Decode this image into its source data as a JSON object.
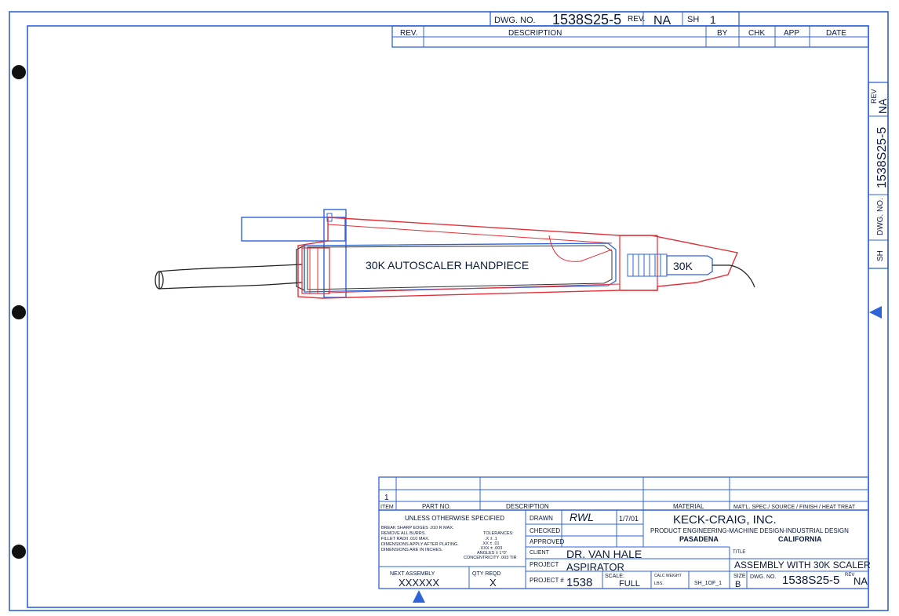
{
  "colors": {
    "border": "#2f63d8",
    "outline": "#e0303a",
    "text": "#0a1a3a",
    "hole": "#111111"
  },
  "header": {
    "dwg_label": "DWG. NO.",
    "dwg_number": "1538S25-5",
    "rev_label": "REV.",
    "rev_value": "NA",
    "sh_label": "SH",
    "sh_value": "1"
  },
  "revision_table": {
    "rev": "REV.",
    "description": "DESCRIPTION",
    "by": "BY",
    "chk": "CHK",
    "app": "APP",
    "date": "DATE"
  },
  "side_tab": {
    "rev_label": "REV",
    "rev_value": "NA",
    "number": "1538S25-5",
    "dwg_label": "DWG. NO.",
    "sh_label": "SH"
  },
  "drawing": {
    "handpiece_label": "30K AUTOSCALER HANDPIECE",
    "tip_label": "30K"
  },
  "parts_list": {
    "item_value": "1",
    "item": "ITEM",
    "part_no": "PART NO.",
    "description": "DESCRIPTION",
    "material": "MATERIAL",
    "spec": "MAT'L. SPEC./ SOURCE / FINISH / HEAT TREAT"
  },
  "notes": {
    "title": "UNLESS OTHERWISE SPECIFIED",
    "lines": [
      "BREAK SHARP EDGES .010 R MAX.",
      "REMOVE ALL BURRS.",
      "FILLET RADII .010 MAX.",
      "DIMENSIONS APPLY AFTER PLATING.",
      "DIMENSIONS ARE IN INCHES."
    ],
    "tol_title": "TOLERANCES:",
    "tol_lines": [
      ".X ± .1",
      ".XX ± .01",
      ".XXX ± .003",
      "ANGLES ± 1°0'",
      "CONCENTRICITY .003 TIR"
    ]
  },
  "title_block": {
    "drawn": "DRAWN",
    "drawn_by": "RWL",
    "drawn_date": "1/7/01",
    "checked": "CHECKED",
    "approved": "APPROVED",
    "client_label": "CLIENT",
    "client": "DR. VAN HALE",
    "project_label": "PROJECT",
    "project": "ASPIRATOR",
    "project_no_label": "PROJECT #",
    "project_no": "1538",
    "scale_label": "SCALE:",
    "scale": "FULL",
    "calc_weight": "CALC WEIGHT",
    "lbs": "LBS.",
    "sheet": "SH_1OF_1",
    "company": "KECK-CRAIG, INC.",
    "company_sub": "PRODUCT ENGINEERING-MACHINE DESIGN-INDUSTRIAL DESIGN",
    "city": "PASADENA",
    "state": "CALIFORNIA",
    "title_label": "TITLE",
    "title": "ASSEMBLY WITH 30K SCALER",
    "size_label": "SIZE",
    "size": "B",
    "dwg_label": "DWG. NO.",
    "dwg_number": "1538S25-5",
    "rev_label": "REV",
    "rev": "NA",
    "next_assembly_label": "NEXT ASSEMBLY",
    "next_assembly": "XXXXXX",
    "qty_label": "QTY REQD",
    "qty": "X"
  }
}
